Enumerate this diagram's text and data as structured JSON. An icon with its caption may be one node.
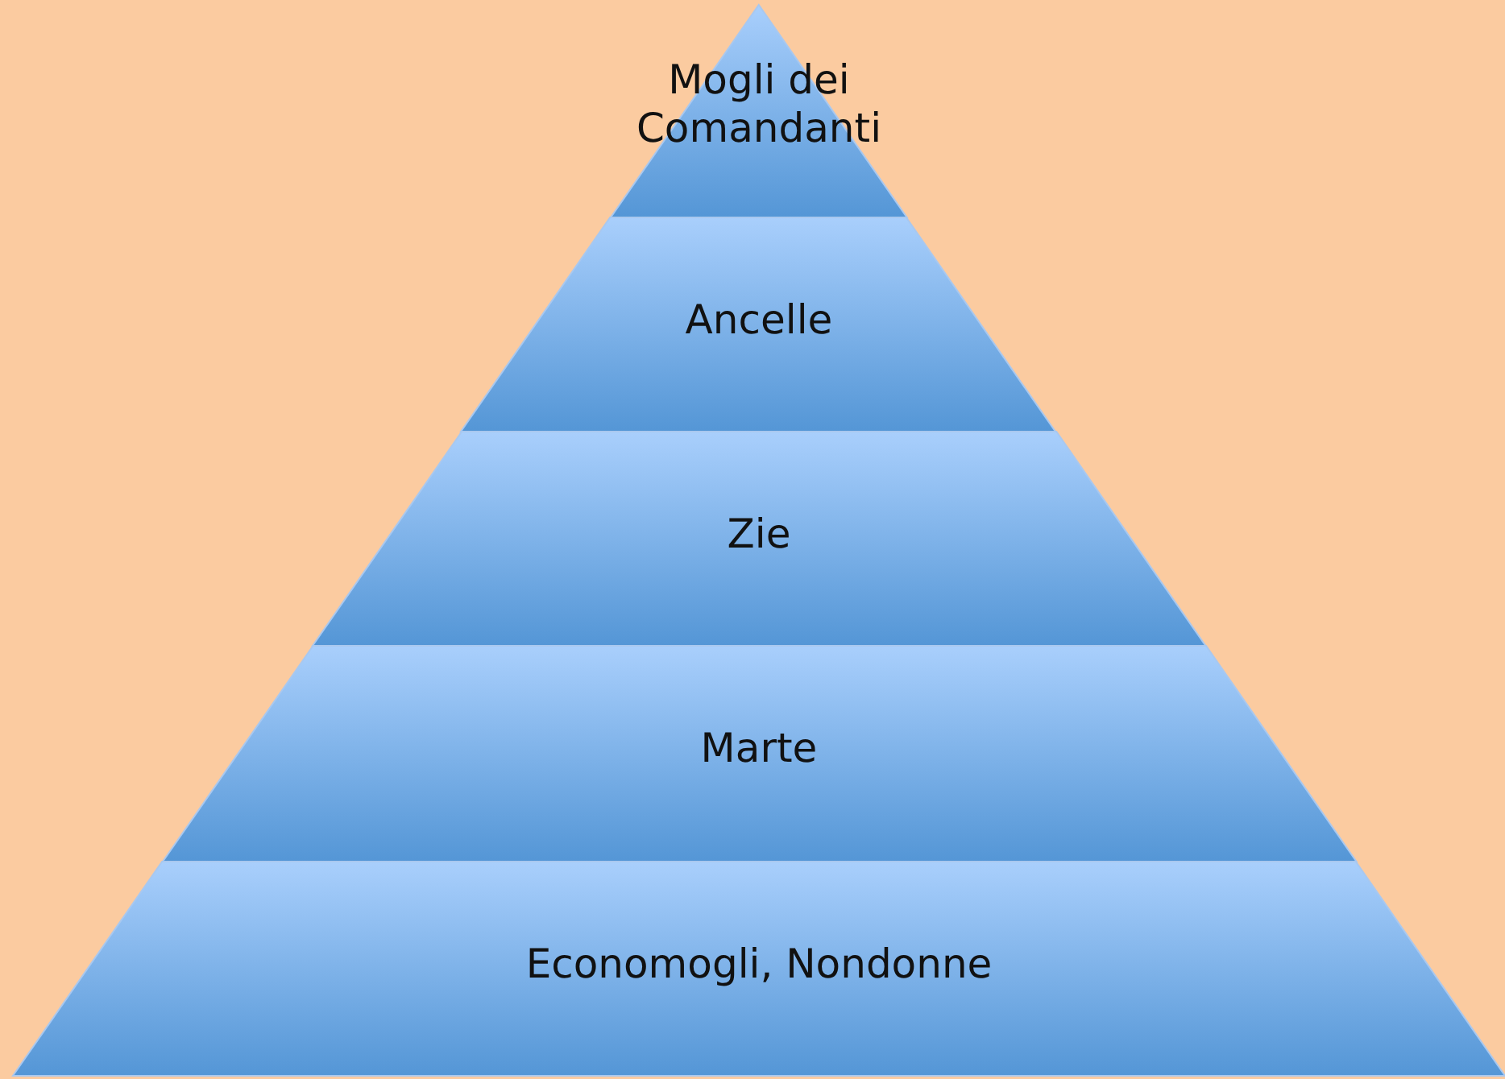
{
  "diagram": {
    "nodes": [
      {
        "text": [
          "Mogli dei Comandanti"
        ]
      },
      {
        "text": [
          "Ancelle"
        ]
      },
      {
        "text": [
          "Zie"
        ]
      },
      {
        "text": [
          "Marte"
        ]
      },
      {
        "text": [
          "Economogli, Nondonne"
        ]
      }
    ]
  }
}
